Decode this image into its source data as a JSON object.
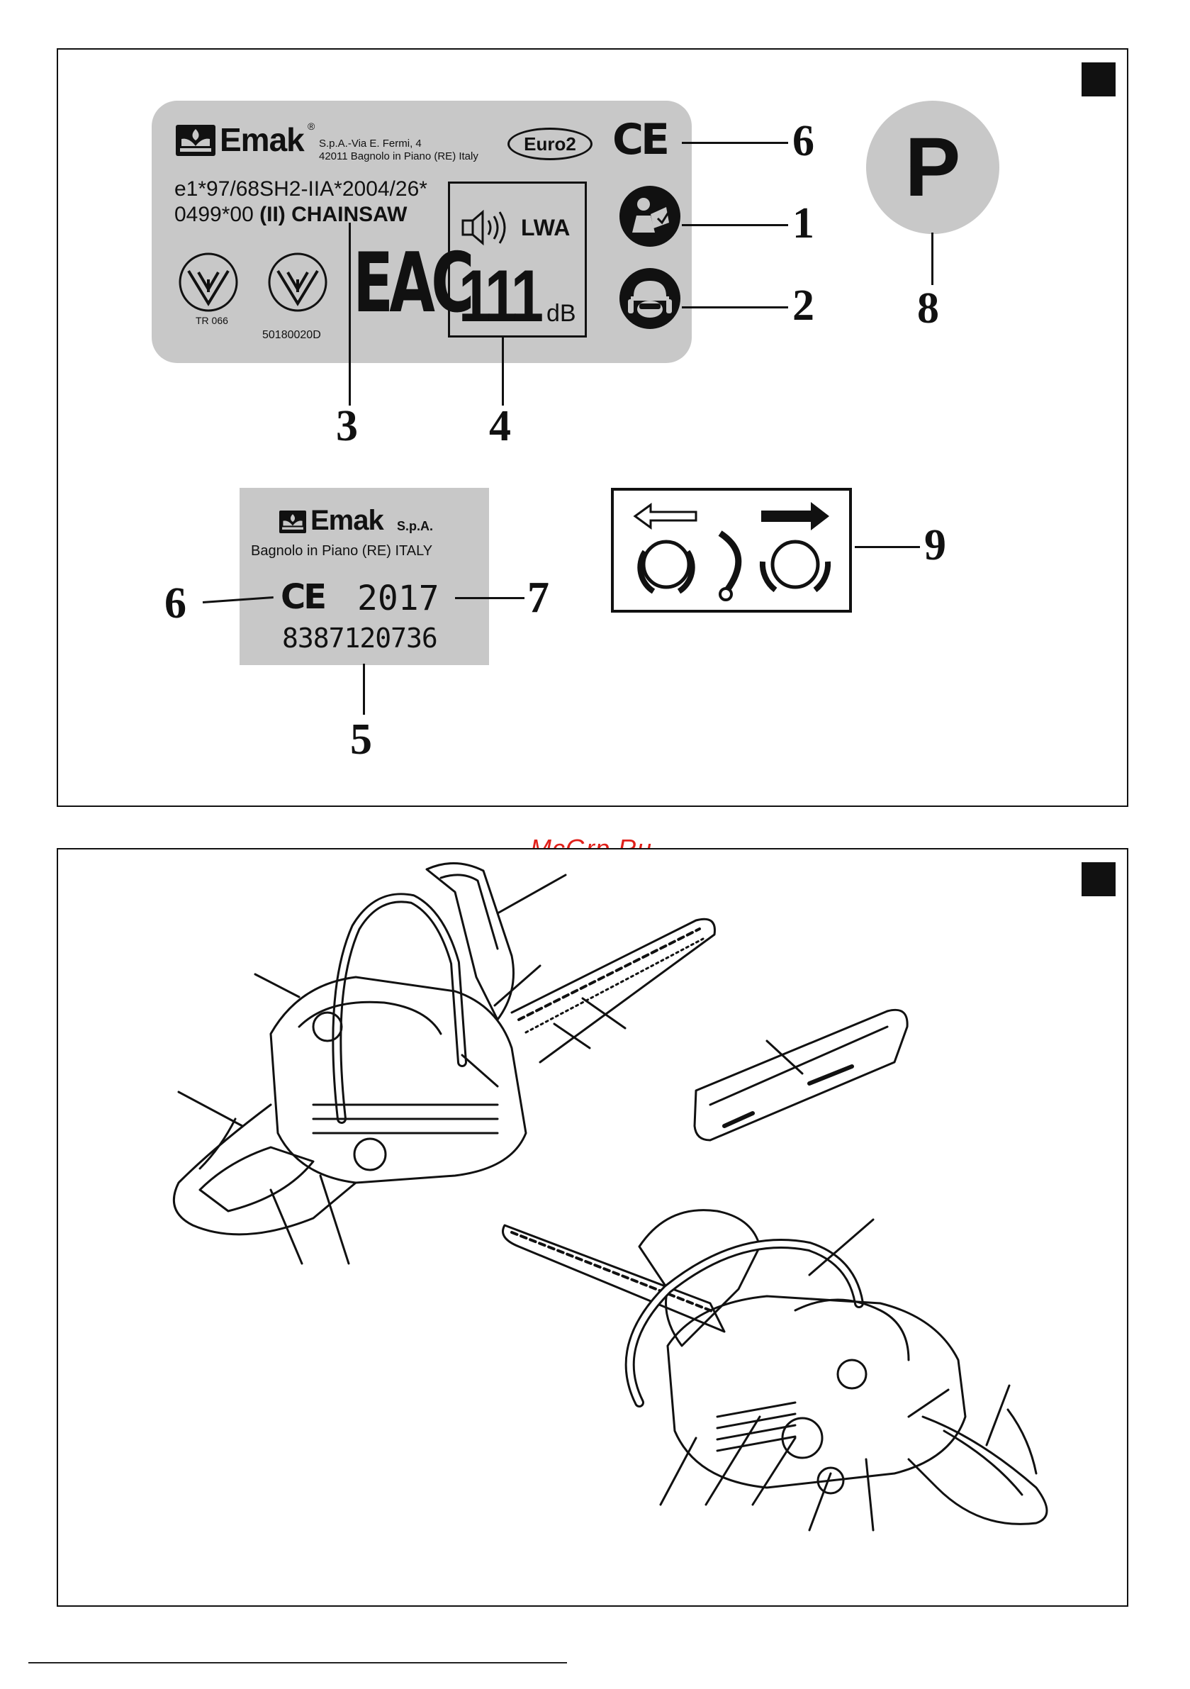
{
  "watermark": "McGrp.Ru",
  "rating_plate": {
    "brand": "Emak",
    "address_line1": "S.p.A.-Via E. Fermi, 4",
    "address_line2": "42011 Bagnolo in Piano (RE) Italy",
    "euro_badge": "Euro2",
    "ce_mark": "CE",
    "approval_line1": "e1*97/68SH2-IIA*2004/26*",
    "approval_line2_prefix": "0499*00",
    "approval_class": "(II)",
    "product": "CHAINSAW",
    "cert_code_left": "TR 066",
    "cert_code_right": "50180020D",
    "eac_mark": "EAC",
    "sound_label": "LWA",
    "sound_value": "111",
    "sound_unit": "dB"
  },
  "serial_plate": {
    "brand": "Emak",
    "brand_suffix": "S.p.A.",
    "location": "Bagnolo in Piano (RE) ITALY",
    "ce_mark": "CE",
    "year": "2017",
    "serial": "8387120736"
  },
  "p_badge": "P",
  "callouts": {
    "c1": "1",
    "c2": "2",
    "c3": "3",
    "c4": "4",
    "c5": "5",
    "c6a": "6",
    "c6b": "6",
    "c7": "7",
    "c8": "8",
    "c9": "9"
  },
  "icons": [
    "read-manual-icon",
    "helmet-ear-eye-protection-icon",
    "sound-speaker-icon",
    "cert-triangle-icon",
    "chain-direction-icon",
    "chainsaw-drawing-icon"
  ]
}
